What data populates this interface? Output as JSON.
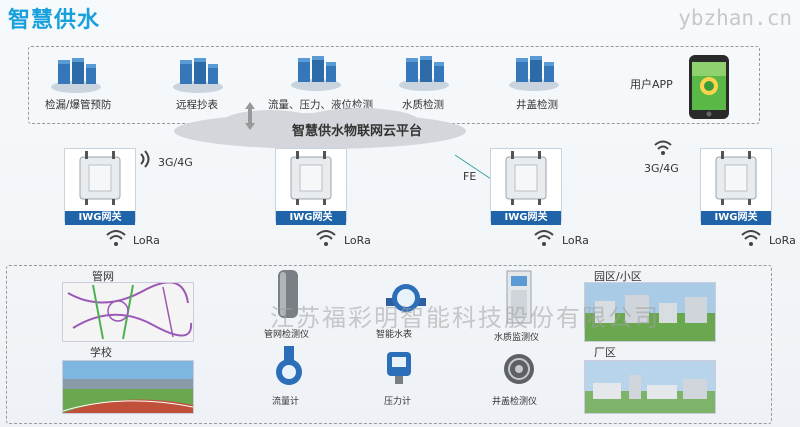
{
  "title": "智慧供水",
  "watermark_top": "ybzhan.cn",
  "watermark_mid": "江苏福彩明智能科技股份有限公司",
  "services": [
    {
      "label": "检漏/爆管预防"
    },
    {
      "label": "远程抄表"
    },
    {
      "label": "流量、压力、液位检测"
    },
    {
      "label": "水质检测"
    },
    {
      "label": "井盖检测"
    }
  ],
  "app_label": "用户APP",
  "cloud_label": "智慧供水物联网云平台",
  "gateways": [
    {
      "label": "IWG网关",
      "link": "LoRa"
    },
    {
      "label": "IWG网关",
      "link": "LoRa"
    },
    {
      "label": "IWG网关",
      "link": "LoRa"
    },
    {
      "label": "IWG网关",
      "link": "LoRa"
    }
  ],
  "link_3g_left": "3G/4G",
  "link_3g_right": "3G/4G",
  "link_fe": "FE",
  "areas": {
    "pipe_network": "管网",
    "school": "学校",
    "park": "园区/小区",
    "factory": "厂区"
  },
  "devices": [
    {
      "label": "管网检测仪",
      "icon": "pipe-detector-icon"
    },
    {
      "label": "智能水表",
      "icon": "water-meter-icon"
    },
    {
      "label": "水质监测仪",
      "icon": "water-quality-monitor-icon"
    },
    {
      "label": "流量计",
      "icon": "flowmeter-icon"
    },
    {
      "label": "压力计",
      "icon": "pressure-gauge-icon"
    },
    {
      "label": "井盖检测仪",
      "icon": "manhole-detector-icon"
    }
  ],
  "colors": {
    "title": "#17a0dc",
    "gateway_label_bg": "#1f63a8",
    "cloud": "#d3d6da"
  }
}
